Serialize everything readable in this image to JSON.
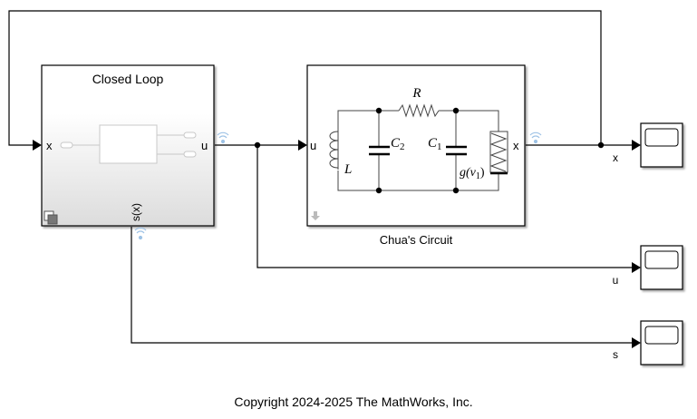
{
  "blocks": {
    "closed_loop": {
      "title": "Closed Loop",
      "in_port": "x",
      "out_port": "u",
      "bottom_port": "s(x)"
    },
    "chua": {
      "title": "Chua's Circuit",
      "in_port": "u",
      "out_port": "x",
      "labels": {
        "R": "R",
        "L": "L",
        "C1": "C",
        "C1_sub": "1",
        "C2": "C",
        "C2_sub": "2",
        "g": "g(v",
        "g_sub": "1",
        "g_close": ")"
      }
    }
  },
  "signals": {
    "x": "x",
    "u": "u",
    "s": "s"
  },
  "scopes": [
    {
      "name": "scope-x"
    },
    {
      "name": "scope-u"
    },
    {
      "name": "scope-s"
    }
  ],
  "footer": {
    "copyright": "Copyright 2024-2025 The MathWorks, Inc."
  },
  "colors": {
    "line": "#000000",
    "wireless": "#9fc3e6",
    "block_grad_bottom": "#d9d9d9"
  }
}
